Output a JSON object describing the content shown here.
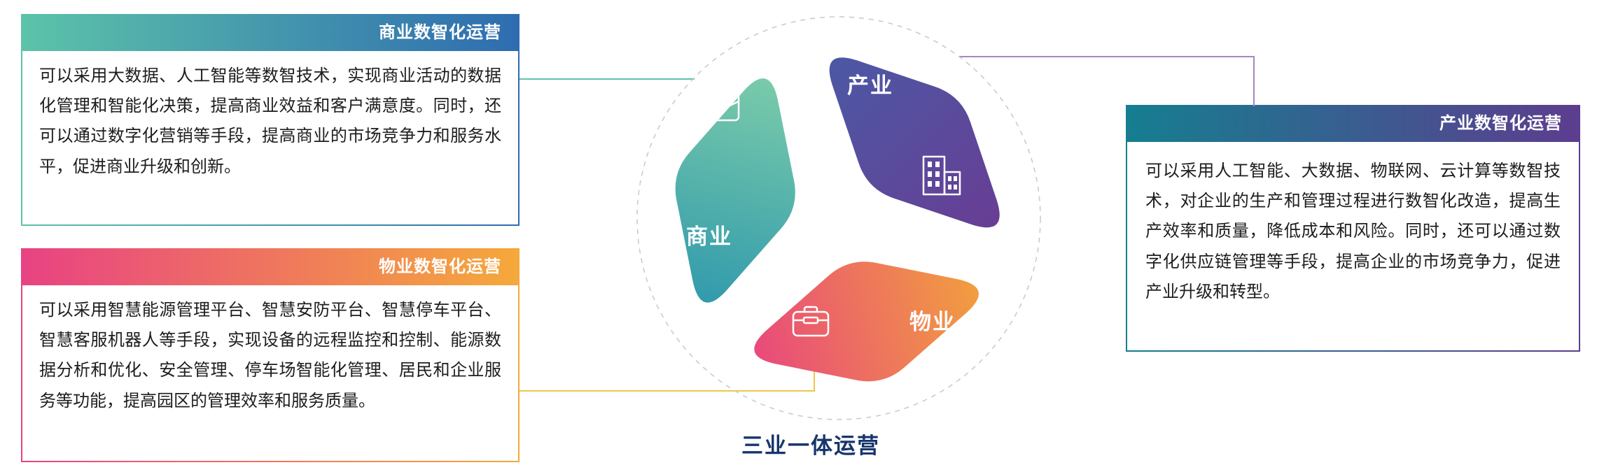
{
  "diagram": {
    "caption": "三业一体运营",
    "circle_style": "dashed",
    "nodes": [
      {
        "id": "commercial",
        "label": "商业",
        "icon": "briefcase-icon",
        "gradient": [
          "#7FCEAA",
          "#2C97AC"
        ]
      },
      {
        "id": "industry",
        "label": "产业",
        "icon": "building-icon",
        "gradient": [
          "#4A5AA6",
          "#693C93"
        ]
      },
      {
        "id": "property",
        "label": "物业",
        "icon": "case-icon",
        "gradient": [
          "#E8447F",
          "#F2A33C"
        ]
      }
    ]
  },
  "cards": {
    "commercial": {
      "title": "商业数智化运营",
      "body": "可以采用大数据、人工智能等数智技术，实现商业活动的数据化管理和智能化决策，提高商业效益和客户满意度。同时，还可以通过数字化营销等手段，提高商业的市场竞争力和服务水平，促进商业升级和创新。",
      "gradient": [
        "#5CC3A9",
        "#2E6CB0"
      ],
      "connector_color": "#5CC3AE"
    },
    "property": {
      "title": "物业数智化运营",
      "body": "可以采用智慧能源管理平台、智慧安防平台、智慧停车平台、智慧客服机器人等手段，实现设备的远程监控和控制、能源数据分析和优化、安全管理、停车场智能化管理、居民和企业服务等功能，提高园区的管理效率和服务质量。",
      "gradient": [
        "#E84283",
        "#F5A93B"
      ],
      "connector_color": "#ECC84A"
    },
    "industry": {
      "title": "产业数智化运营",
      "body": "可以采用人工智能、大数据、物联网、云计算等数智技术，对企业的生产和管理过程进行数智化改造，提高生产效率和质量，降低成本和风险。同时，还可以通过数字化供应链管理等手段，提高企业的市场竞争力，促进产业升级和转型。",
      "gradient": [
        "#157E90",
        "#5D3D8F"
      ],
      "connector_color": "#A488C2"
    }
  }
}
